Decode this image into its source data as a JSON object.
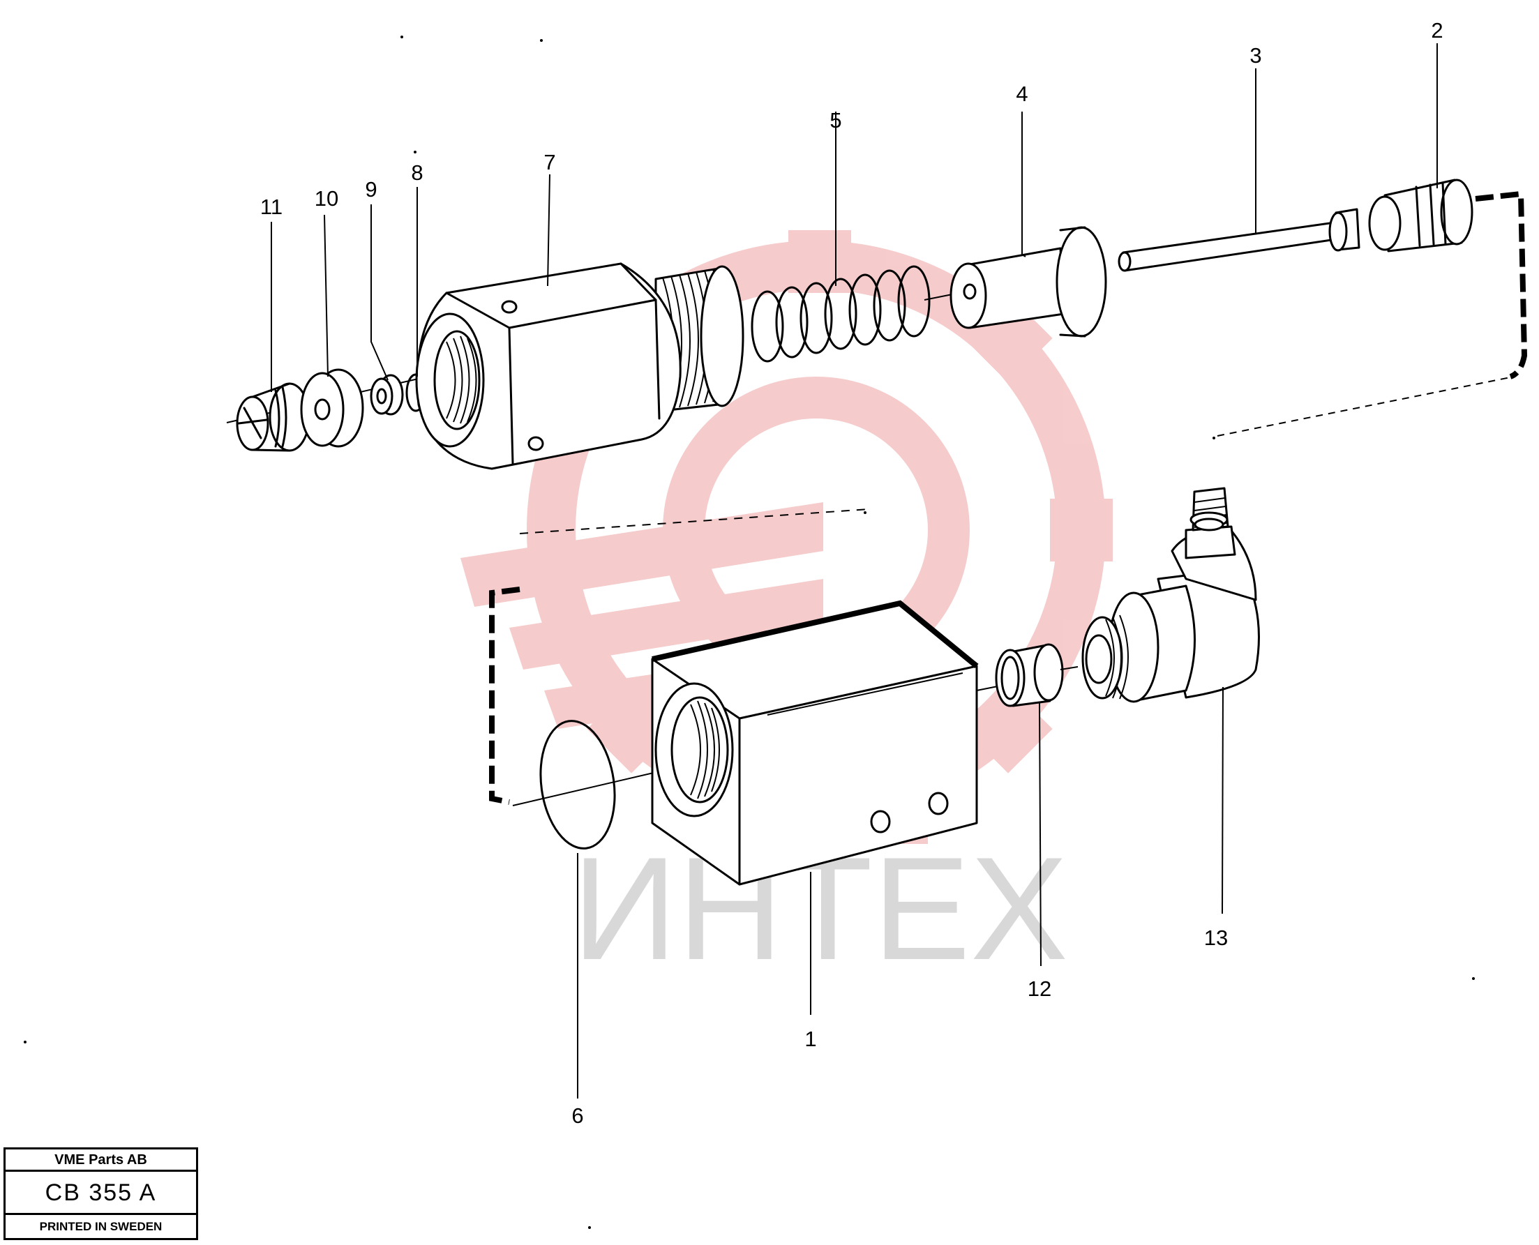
{
  "diagram": {
    "callouts": [
      {
        "id": "1",
        "label": "1"
      },
      {
        "id": "2",
        "label": "2"
      },
      {
        "id": "3",
        "label": "3"
      },
      {
        "id": "4",
        "label": "4"
      },
      {
        "id": "5",
        "label": "5"
      },
      {
        "id": "6",
        "label": "6"
      },
      {
        "id": "7",
        "label": "7"
      },
      {
        "id": "8",
        "label": "8"
      },
      {
        "id": "9",
        "label": "9"
      },
      {
        "id": "10",
        "label": "10"
      },
      {
        "id": "11",
        "label": "11"
      },
      {
        "id": "12",
        "label": "12"
      },
      {
        "id": "13",
        "label": "13"
      }
    ]
  },
  "watermark": {
    "text": "ИНТЕХ",
    "logo_color": "#f5c6c6",
    "text_color": "#d4d4d4"
  },
  "title_block": {
    "company": "VME Parts AB",
    "code": "CB 355 A",
    "printed": "PRINTED IN SWEDEN"
  }
}
